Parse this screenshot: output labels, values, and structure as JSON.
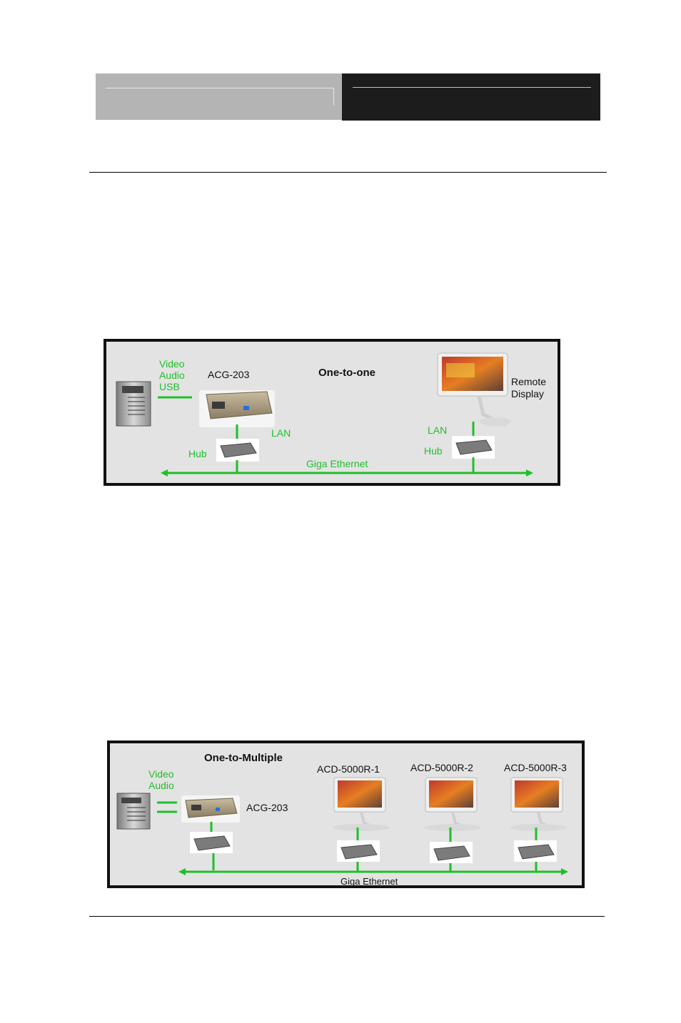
{
  "diagram1": {
    "title": "One-to-one",
    "source_labels": [
      "Video",
      "Audio",
      "USB"
    ],
    "device_label": "ACG-203",
    "remote_label_line1": "Remote",
    "remote_label_line2": "Display",
    "lan_left": "LAN",
    "lan_right": "LAN",
    "hub_left": "Hub",
    "hub_right": "Hub",
    "network_label": "Giga Ethernet"
  },
  "diagram2": {
    "title": "One-to-Multiple",
    "source_labels": [
      "Video",
      "Audio"
    ],
    "device_label": "ACG-203",
    "receivers": [
      "ACD-5000R-1",
      "ACD-5000R-2",
      "ACD-5000R-3"
    ],
    "network_label": "Giga Ethernet"
  },
  "colors": {
    "green": "#1fbf2a",
    "header_gray": "#b4b4b4",
    "header_dark": "#1c1c1c",
    "diagram_bg": "#e3e3e3"
  }
}
